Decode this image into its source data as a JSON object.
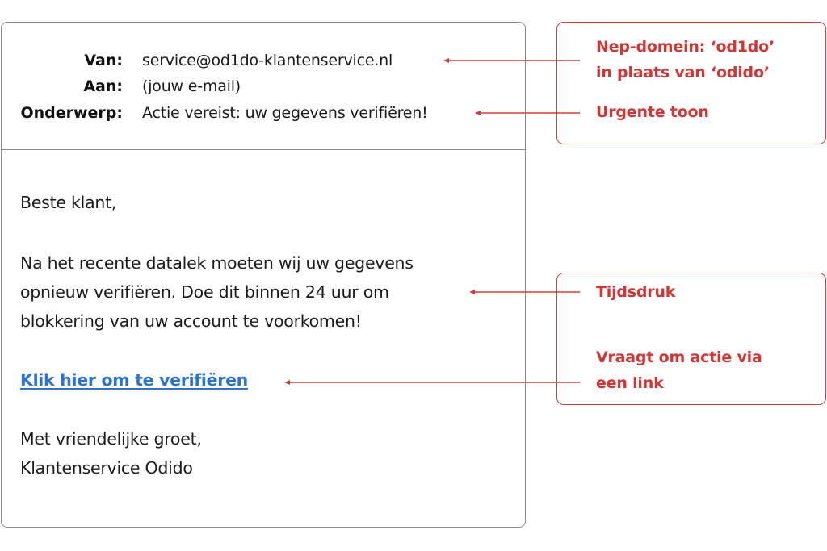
{
  "email": {
    "header": {
      "from_label": "Van:",
      "from_value": "service@od1do-klantenservice.nl",
      "to_label": "Aan:",
      "to_value": "(jouw e-mail)",
      "subject_label": "Onderwerp:",
      "subject_value": "Actie vereist: uw gegevens verifiëren!"
    },
    "body": {
      "greeting": "Beste klant,",
      "paragraph_lines": [
        "Na het recente datalek moeten wij uw gegevens",
        "opnieuw verifiëren. Doe dit binnen 24 uur om",
        "blokkering van uw account te voorkomen!"
      ],
      "link_text": "Klik hier om te verifiëren",
      "closing": "Met vriendelijke groet,",
      "signature": "Klantenservice Odido"
    }
  },
  "annotations": {
    "fake_domain_line1": "Nep-domein: ‘od1do’",
    "fake_domain_line2": "in plaats van ‘odido’",
    "urgent_tone": "Urgente toon",
    "time_pressure": "Tijdsdruk",
    "link_action_line1": "Vraagt om actie via",
    "link_action_line2": "een link"
  },
  "colors": {
    "annotation_red": "#d33535",
    "link_blue": "#2a72d4",
    "email_border": "#8c8c8c",
    "text": "#1a1a1a"
  }
}
